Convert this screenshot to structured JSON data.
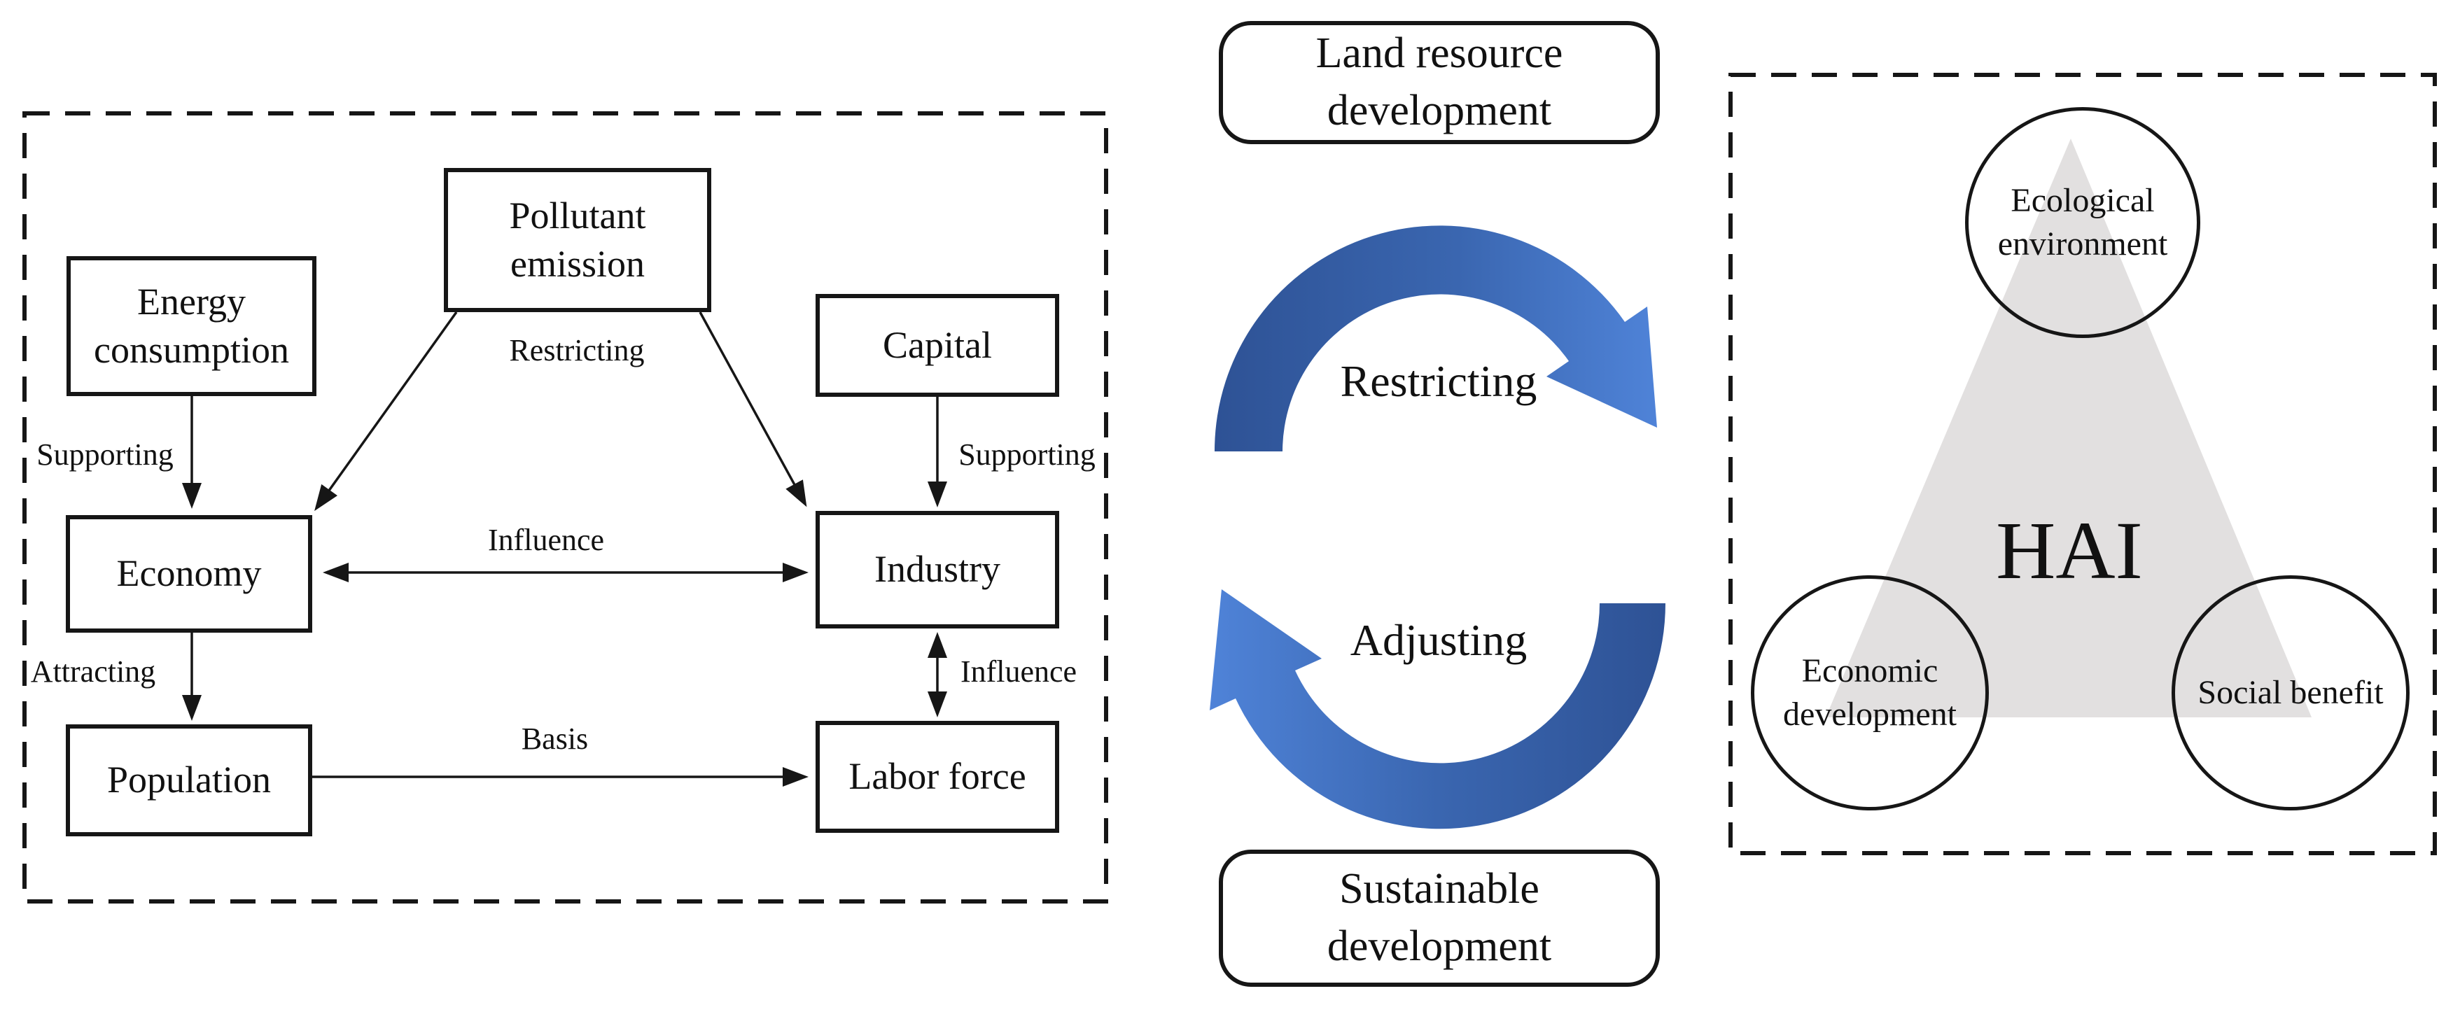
{
  "left_panel": {
    "nodes": {
      "energy_consumption": "Energy consumption",
      "pollutant_emission": "Pollutant emission",
      "capital": "Capital",
      "economy": "Economy",
      "industry": "Industry",
      "population": "Population",
      "labor_force": "Labor force"
    },
    "edge_labels": {
      "supporting_left": "Supporting",
      "restricting": "Restricting",
      "supporting_right": "Supporting",
      "influence_horizontal": "Influence",
      "attracting": "Attracting",
      "influence_vertical": "Influence",
      "basis": "Basis"
    }
  },
  "middle_panel": {
    "top_box": "Land resource development",
    "restricting_label": "Restricting",
    "adjusting_label": "Adjusting",
    "bottom_box": "Sustainable development"
  },
  "right_panel": {
    "center_label": "HAI",
    "top_circle": "Ecological environment",
    "left_circle": "Economic development",
    "right_circle": "Social benefit"
  },
  "colors": {
    "arrow_blue_dark": "#2e5295",
    "arrow_blue_mid": "#3a66b0",
    "arrow_blue_light": "#4f83d8",
    "triangle_gray": "#e2e0e0",
    "ink": "#161616"
  }
}
